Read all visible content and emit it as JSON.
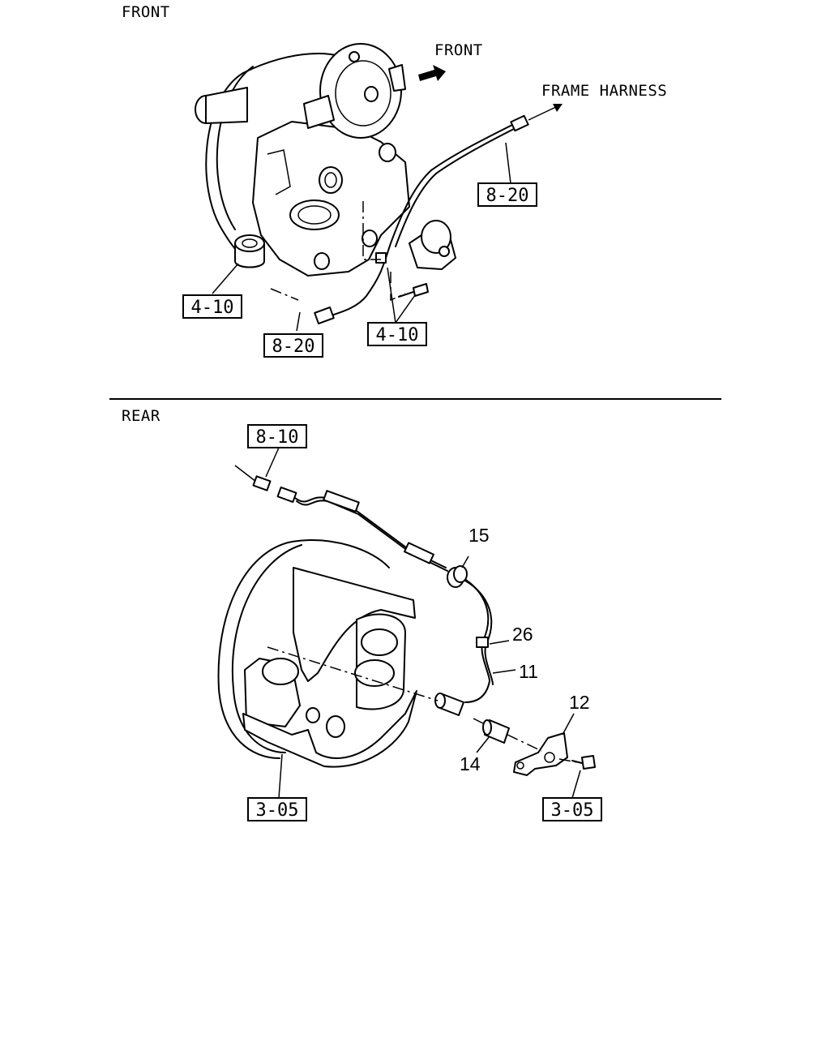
{
  "sections": {
    "front": {
      "title": "FRONT"
    },
    "rear": {
      "title": "REAR"
    }
  },
  "front_view": {
    "direction_label": "FRONT",
    "harness_label": "FRAME HARNESS",
    "refs": {
      "harness_connector": "8-20",
      "knuckle": "4-10",
      "sensor_end": "8-20",
      "bolt": "4-10"
    }
  },
  "rear_view": {
    "refs": {
      "connector": "8-10",
      "drum": "3-05",
      "bracket_bolt": "3-05"
    },
    "callouts": {
      "grommet": "15",
      "clip": "26",
      "sensor_cable": "11",
      "bracket": "12",
      "sleeve": "14"
    }
  }
}
